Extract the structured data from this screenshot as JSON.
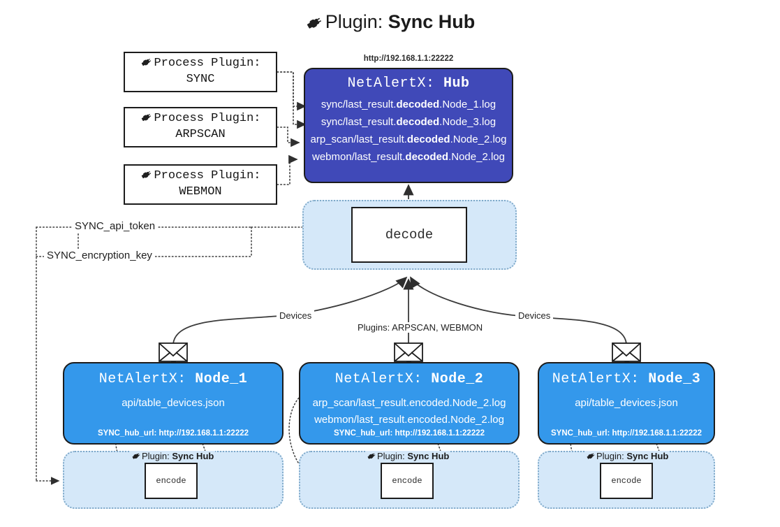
{
  "title": {
    "icon": "plug-icon",
    "prefix": "Plugin:",
    "name": "Sync Hub"
  },
  "process_plugins": [
    {
      "icon": "plug-icon",
      "line1": "Process Plugin:",
      "line2": "SYNC"
    },
    {
      "icon": "plug-icon",
      "line1": "Process Plugin:",
      "line2": "ARPSCAN"
    },
    {
      "icon": "plug-icon",
      "line1": "Process Plugin:",
      "line2": "WEBMON"
    }
  ],
  "hub": {
    "url": "http://192.168.1.1:22222",
    "head_prefix": "NetAlertX:",
    "head_name": "Hub",
    "logs": [
      {
        "pre": "sync/last_result.",
        "em": "decoded",
        "post": ".Node_1.log"
      },
      {
        "pre": "sync/last_result.",
        "em": "decoded",
        "post": ".Node_3.log"
      },
      {
        "pre": "arp_scan/last_result.",
        "em": "decoded",
        "post": ".Node_2.log"
      },
      {
        "pre": "webmon/last_result.",
        "em": "decoded",
        "post": ".Node_2.log"
      }
    ]
  },
  "decode": {
    "label": "decode"
  },
  "secrets": [
    {
      "label": "SYNC_api_token"
    },
    {
      "label": "SYNC_encryption_key"
    }
  ],
  "edge_labels": {
    "left_devices": "Devices",
    "right_devices": "Devices",
    "center_plugins": "Plugins: ARPSCAN, WEBMON"
  },
  "nodes": [
    {
      "head_prefix": "NetAlertX:",
      "head_name": "Node_1",
      "lines": [
        "api/table_devices.json"
      ],
      "footer": "SYNC_hub_url: http://192.168.1.1:22222",
      "envelope_icon": "envelope-icon"
    },
    {
      "head_prefix": "NetAlertX:",
      "head_name": "Node_2",
      "lines": [
        "arp_scan/last_result.encoded.Node_2.log",
        "webmon/last_result.encoded.Node_2.log"
      ],
      "footer": "SYNC_hub_url: http://192.168.1.1:22222",
      "envelope_icon": "envelope-icon"
    },
    {
      "head_prefix": "NetAlertX:",
      "head_name": "Node_3",
      "lines": [
        "api/table_devices.json"
      ],
      "footer": "SYNC_hub_url: http://192.168.1.1:22222",
      "envelope_icon": "envelope-icon"
    }
  ],
  "encoders": [
    {
      "plugin_icon": "plug-icon",
      "plugin_prefix": "Plugin:",
      "plugin_name": "Sync Hub",
      "label": "encode"
    },
    {
      "plugin_icon": "plug-icon",
      "plugin_prefix": "Plugin:",
      "plugin_name": "Sync Hub",
      "label": "encode"
    },
    {
      "plugin_icon": "plug-icon",
      "plugin_prefix": "Plugin:",
      "plugin_name": "Sync Hub",
      "label": "encode"
    }
  ],
  "colors": {
    "hub_fill": "#4049b8",
    "node_fill": "#3498eb",
    "light_fill": "#d5e8f9",
    "stroke": "#1c1c1c",
    "dotted": "#7fa9c9"
  }
}
